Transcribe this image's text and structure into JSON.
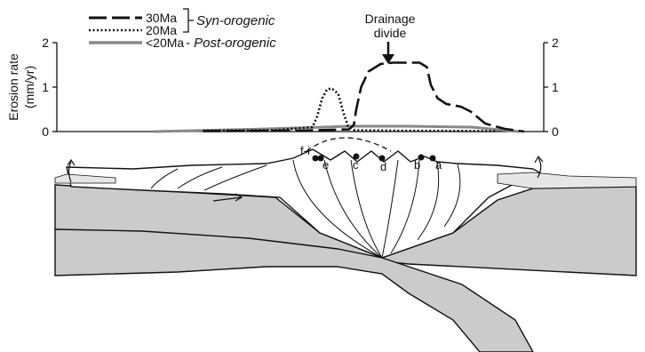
{
  "legend": {
    "entries": [
      {
        "label": "30Ma",
        "style": "long-dash",
        "group": "syn"
      },
      {
        "label": "20Ma",
        "style": "dotted",
        "group": "syn"
      },
      {
        "label": "<20Ma",
        "style": "solid-gray",
        "group": "post"
      }
    ],
    "syn_label": "Syn-orogenic",
    "post_label": "- Post-orogenic"
  },
  "drainage_divide": {
    "line1": "Drainage",
    "line2": "divide"
  },
  "chart_data": {
    "type": "line",
    "title": "",
    "xlabel": "",
    "ylabel": "Erosion rate (mm/yr)",
    "ylabel_line1": "Erosion rate",
    "ylabel_line2": "(mm/yr)",
    "ylim": [
      0,
      2
    ],
    "yticks": [
      "0",
      "1",
      "2"
    ],
    "x_units": "fraction-of-profile",
    "series": [
      {
        "name": "30Ma",
        "style": "long-dash",
        "color": "#111111",
        "points": [
          [
            0.3,
            0.01
          ],
          [
            0.5,
            0.02
          ],
          [
            0.6,
            0.05
          ],
          [
            0.61,
            0.15
          ],
          [
            0.615,
            0.5
          ],
          [
            0.625,
            1.0
          ],
          [
            0.64,
            1.35
          ],
          [
            0.665,
            1.52
          ],
          [
            0.69,
            1.55
          ],
          [
            0.745,
            1.55
          ],
          [
            0.76,
            1.45
          ],
          [
            0.768,
            1.05
          ],
          [
            0.782,
            0.75
          ],
          [
            0.8,
            0.62
          ],
          [
            0.83,
            0.56
          ],
          [
            0.85,
            0.45
          ],
          [
            0.88,
            0.18
          ],
          [
            0.92,
            0.06
          ],
          [
            0.96,
            0.0
          ]
        ]
      },
      {
        "name": "20Ma",
        "style": "dotted",
        "color": "#111111",
        "points": [
          [
            0.3,
            0.02
          ],
          [
            0.45,
            0.03
          ],
          [
            0.525,
            0.1
          ],
          [
            0.535,
            0.35
          ],
          [
            0.545,
            0.75
          ],
          [
            0.555,
            0.95
          ],
          [
            0.565,
            0.97
          ],
          [
            0.578,
            0.85
          ],
          [
            0.588,
            0.45
          ],
          [
            0.598,
            0.12
          ],
          [
            0.612,
            0.03
          ],
          [
            0.7,
            0.02
          ],
          [
            0.9,
            0.01
          ]
        ]
      },
      {
        "name": "<20Ma",
        "style": "solid",
        "color": "#888888",
        "points": [
          [
            0.2,
            0.0
          ],
          [
            0.4,
            0.05
          ],
          [
            0.55,
            0.1
          ],
          [
            0.6,
            0.12
          ],
          [
            0.72,
            0.12
          ],
          [
            0.85,
            0.1
          ],
          [
            0.95,
            0.0
          ]
        ]
      }
    ]
  },
  "section_labels": {
    "f_i": "f-i",
    "e": "e",
    "c": "c",
    "d": "d",
    "b": "b",
    "a": "a"
  },
  "colors": {
    "slab_fill": "#cbcbcb",
    "curve_post": "#888888",
    "ink": "#111111"
  }
}
